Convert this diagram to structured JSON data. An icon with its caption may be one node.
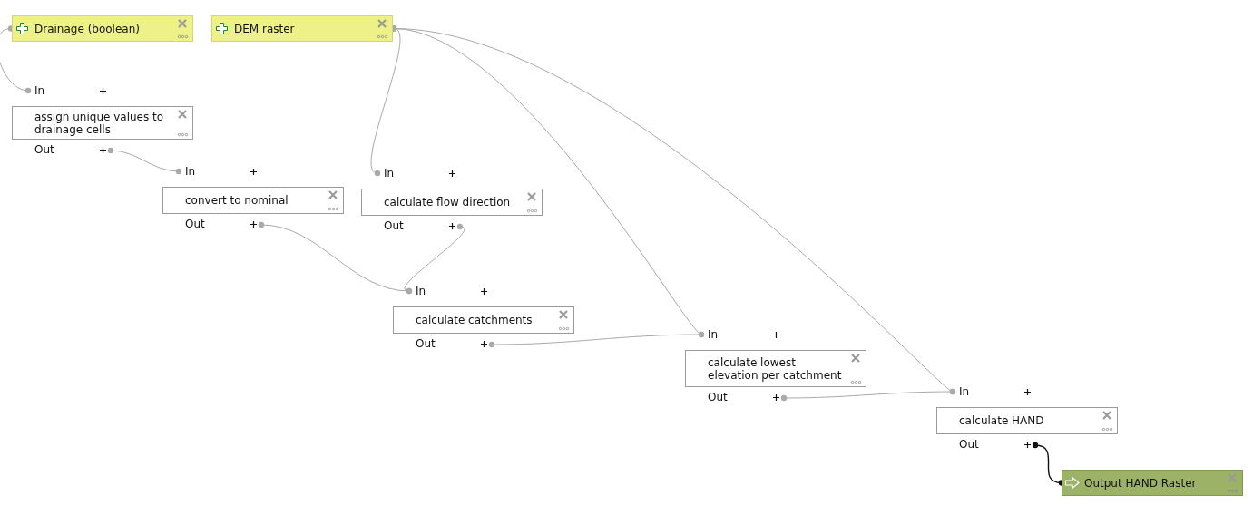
{
  "diagram": {
    "nodes": [
      {
        "text": [
          "Drainage (boolean)"
        ]
      },
      {
        "text": [
          "DEM raster"
        ]
      },
      {
        "text": [
          "assign unique values to drainage cells"
        ],
        "beside": [
          "In",
          "Out"
        ]
      },
      {
        "text": [
          "convert to nominal"
        ],
        "beside": [
          "In",
          "Out"
        ]
      },
      {
        "text": [
          "calculate flow direction"
        ],
        "beside": [
          "In",
          "Out"
        ]
      },
      {
        "text": [
          "calculate catchments"
        ],
        "beside": [
          "In",
          "Out"
        ]
      },
      {
        "text": [
          "calculate lowest elevation per catchment"
        ],
        "beside": [
          "In",
          "Out"
        ]
      },
      {
        "text": [
          "calculate HAND"
        ],
        "beside": [
          "In",
          "Out"
        ]
      },
      {
        "text": [
          "Output HAND Raster"
        ]
      }
    ],
    "edges": [
      {
        "from": 0,
        "to": 2,
        "arrow": "other"
      },
      {
        "from": 2,
        "to": 3,
        "arrow": "other"
      },
      {
        "from": 1,
        "to": 4,
        "arrow": "other"
      },
      {
        "from": 3,
        "to": 5,
        "arrow": "other"
      },
      {
        "from": 4,
        "to": 5,
        "arrow": "other"
      },
      {
        "from": 1,
        "to": 6,
        "arrow": "other"
      },
      {
        "from": 5,
        "to": 6,
        "arrow": "other"
      },
      {
        "from": 1,
        "to": 7,
        "arrow": "other"
      },
      {
        "from": 6,
        "to": 7,
        "arrow": "other"
      },
      {
        "from": 7,
        "to": 8,
        "arrow": "other",
        "color": "#111111"
      }
    ]
  }
}
